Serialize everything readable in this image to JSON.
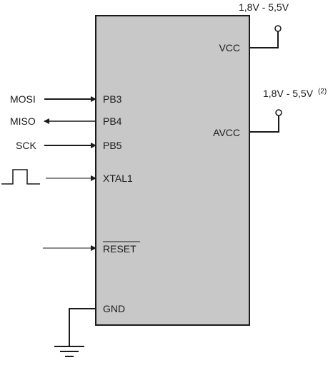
{
  "power": {
    "vcc_supply": "1,8V - 5,5V",
    "avcc_supply": "1,8V - 5,5V",
    "avcc_note": "(2)"
  },
  "chip": {
    "fill_color": "#c8c8c8",
    "pins_left": {
      "pb3": "PB3",
      "pb4": "PB4",
      "pb5": "PB5",
      "xtal1": "XTAL1",
      "reset": "RESET",
      "gnd": "GND"
    },
    "pins_right": {
      "vcc": "VCC",
      "avcc": "AVCC"
    }
  },
  "signals": {
    "mosi": "MOSI",
    "miso": "MISO",
    "sck": "SCK"
  }
}
